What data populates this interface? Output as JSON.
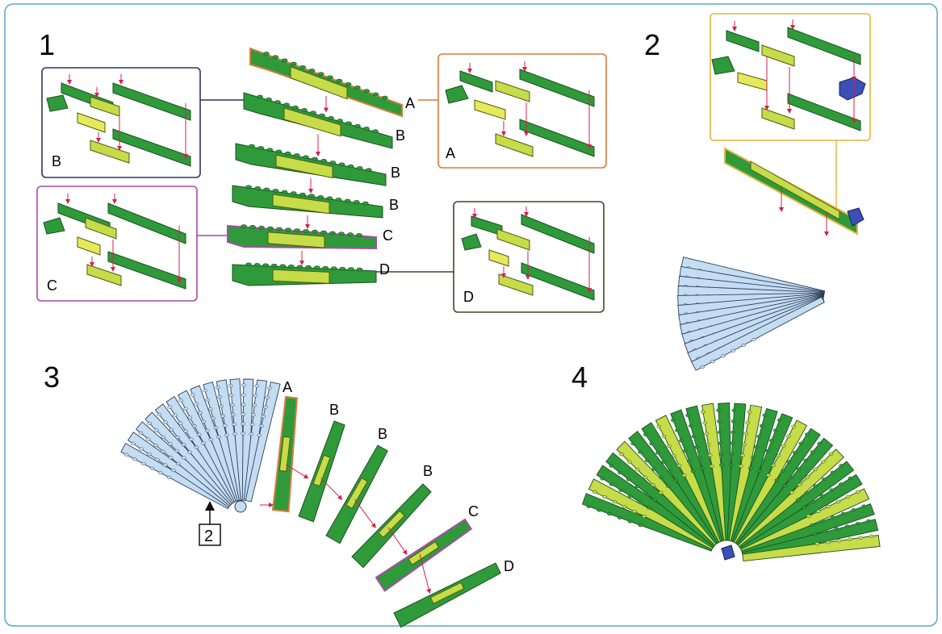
{
  "steps": {
    "s1": "1",
    "s2": "2",
    "s3": "3",
    "s4": "4"
  },
  "step1": {
    "stack_labels": [
      "A",
      "B",
      "B",
      "B",
      "C",
      "D"
    ],
    "box_labels": {
      "A": "A",
      "B": "B",
      "C": "C",
      "D": "D"
    }
  },
  "step3": {
    "labels": [
      "A",
      "B",
      "B",
      "B",
      "C",
      "D"
    ],
    "ref": "2"
  },
  "colors": {
    "frame": "#5aa8c8",
    "dark_green": "#2f9a3a",
    "light_green": "#c6dc48",
    "light_blue": "#c5ddf2",
    "blue_clip": "#3c4fb8",
    "arrow": "#d4204a",
    "box_A": "#d87a3c",
    "box_B": "#2c3466",
    "box_C": "#a74aa8",
    "box_D": "#4d4226",
    "box_step2": "#e7b43c"
  }
}
